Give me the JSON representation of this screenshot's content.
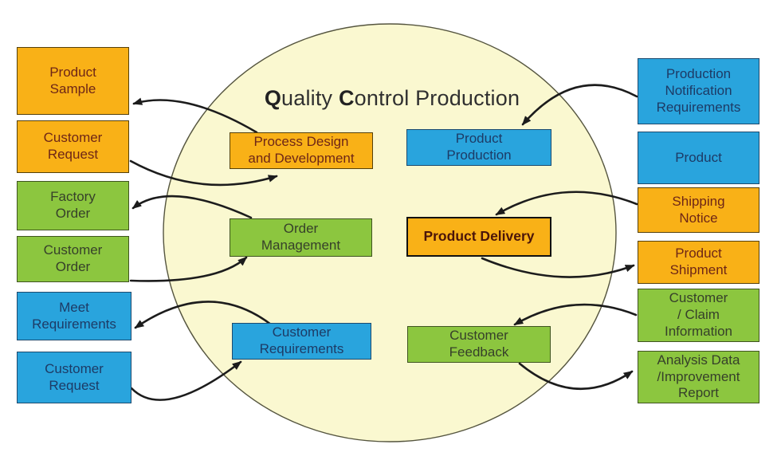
{
  "title": {
    "full": "Quality Control Production",
    "part_q": "Q",
    "part_uality": "uality ",
    "part_c": "C",
    "part_rest": "ontrol Production"
  },
  "colors": {
    "orange_fill": "#F9B117",
    "green_fill": "#8CC63F",
    "blue_fill": "#29A4DD",
    "circle_fill": "#FAF8D0",
    "circle_outline": "#55553f",
    "arrow_stroke": "#1c1c1c",
    "text_on_orange": "#6E2617",
    "text_on_green": "#36402a",
    "text_on_blue": "#1D3B66",
    "title_text": "#303030",
    "background": "#ffffff"
  },
  "left_column": [
    {
      "id": "product-sample",
      "label": "Product\nSample",
      "color": "orange"
    },
    {
      "id": "customer-request-top",
      "label": "Customer\nRequest",
      "color": "orange"
    },
    {
      "id": "factory-order",
      "label": "Factory\nOrder",
      "color": "green"
    },
    {
      "id": "customer-order",
      "label": "Customer\nOrder",
      "color": "green"
    },
    {
      "id": "meet-requirements",
      "label": "Meet\nRequirements",
      "color": "blue"
    },
    {
      "id": "customer-request-bottom",
      "label": "Customer\nRequest",
      "color": "blue"
    }
  ],
  "inner_processes": [
    {
      "id": "process-design-and-development",
      "label": "Process Design\nand Development",
      "color": "orange"
    },
    {
      "id": "product-production",
      "label": "Product\nProduction",
      "color": "blue"
    },
    {
      "id": "order-management",
      "label": "Order\nManagement",
      "color": "green"
    },
    {
      "id": "product-delivery",
      "label": "Product Delivery",
      "color": "orange",
      "bold": true
    },
    {
      "id": "customer-requirements",
      "label": "Customer\nRequirements",
      "color": "blue"
    },
    {
      "id": "customer-feedback",
      "label": "Customer\nFeedback",
      "color": "green"
    }
  ],
  "right_column": [
    {
      "id": "production-notification-requirements",
      "label": "Production\nNotification\nRequirements",
      "color": "blue"
    },
    {
      "id": "product",
      "label": "Product",
      "color": "blue"
    },
    {
      "id": "shipping-notice",
      "label": "Shipping\nNotice",
      "color": "orange"
    },
    {
      "id": "product-shipment",
      "label": "Product\nShipment",
      "color": "orange"
    },
    {
      "id": "customer-claim-information",
      "label": "Customer\n/ Claim\nInformation",
      "color": "green"
    },
    {
      "id": "analysis-data-improvement-report",
      "label": "Analysis Data\n/Improvement\nReport",
      "color": "green"
    }
  ],
  "connections": [
    {
      "from": "process-design-and-development",
      "to": "product-sample"
    },
    {
      "from": "customer-request-top",
      "to": "process-design-and-development"
    },
    {
      "from": "order-management",
      "to": "factory-order"
    },
    {
      "from": "customer-order",
      "to": "order-management"
    },
    {
      "from": "customer-requirements",
      "to": "meet-requirements"
    },
    {
      "from": "customer-request-bottom",
      "to": "customer-requirements"
    },
    {
      "from": "production-notification-requirements",
      "to": "product-production"
    },
    {
      "from": "shipping-notice",
      "to": "product-delivery"
    },
    {
      "from": "product-delivery",
      "to": "product-shipment"
    },
    {
      "from": "customer-claim-information",
      "to": "customer-feedback"
    },
    {
      "from": "customer-feedback",
      "to": "analysis-data-improvement-report"
    }
  ]
}
